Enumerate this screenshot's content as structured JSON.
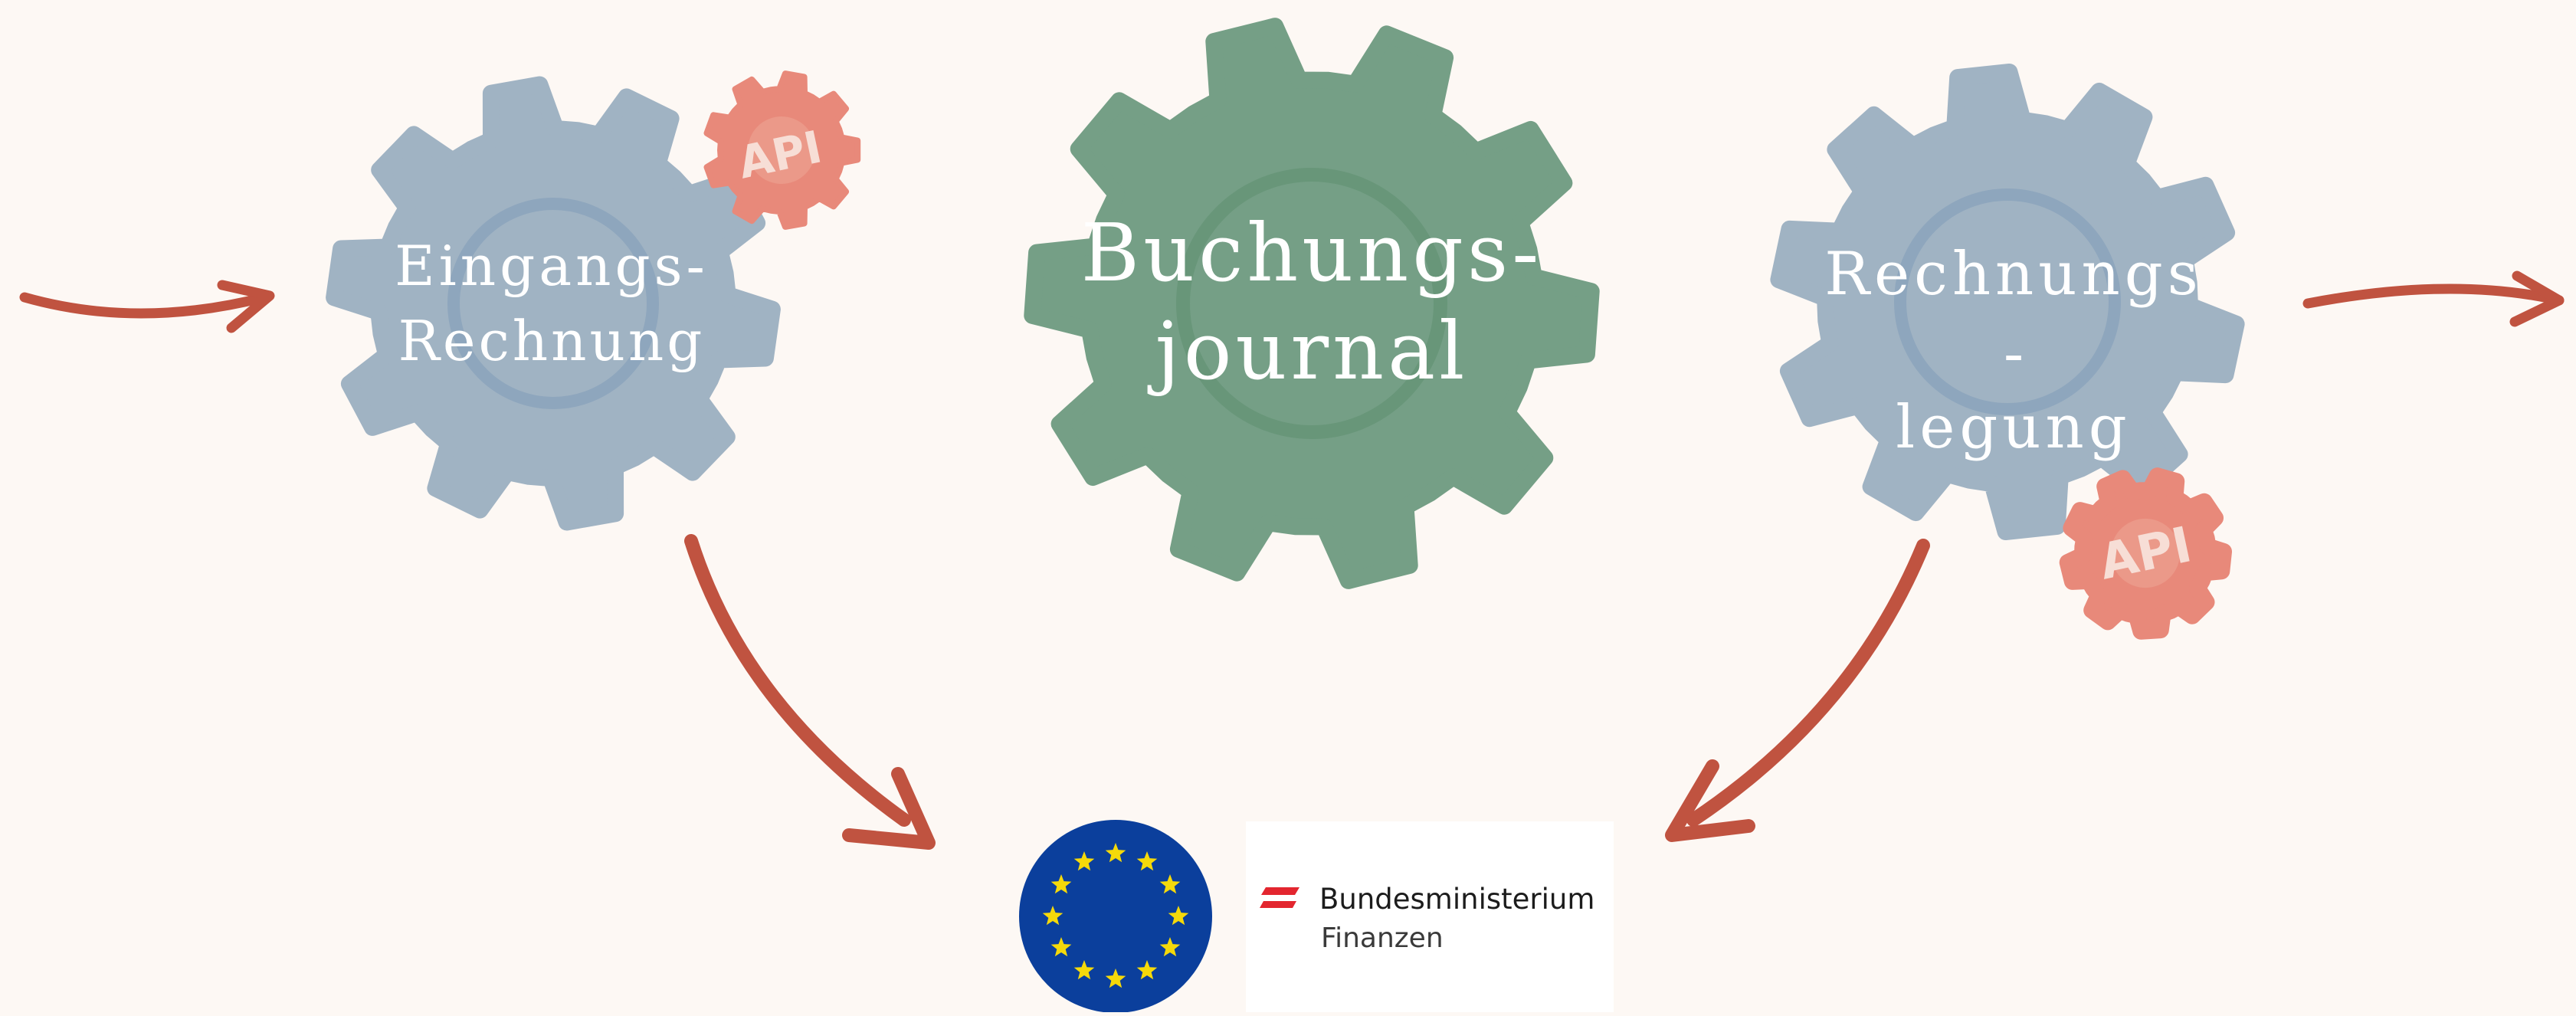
{
  "gears": {
    "incoming": {
      "line1": "Eingangs-",
      "line2": "Rechnung",
      "color": "#a0b3c3"
    },
    "journal": {
      "line1": "Buchungs-",
      "line2": "journal",
      "color": "#759f86"
    },
    "invoicing": {
      "line1": "Rechnungs",
      "line2": "-",
      "line3": "legung",
      "color": "#a0b3c3"
    }
  },
  "api_badges": {
    "label": "API",
    "color": "#e8897a"
  },
  "arrows": {
    "color": "#c05340"
  },
  "logos": {
    "eu_flag": {
      "icon": "eu-flag-icon",
      "background": "#0b3f9c",
      "star_color": "#f5d90a"
    },
    "ministry": {
      "line1": "Bundesministerium",
      "line2": "Finanzen",
      "accent": "#e3262f"
    }
  }
}
